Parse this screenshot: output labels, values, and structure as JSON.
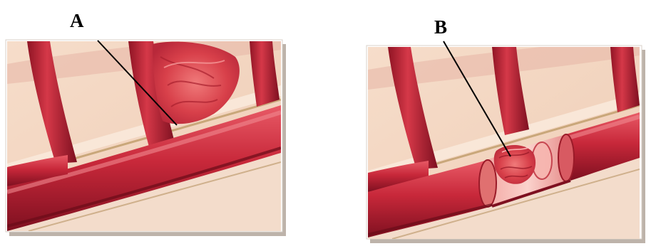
{
  "labels": {
    "a": "A",
    "b": "B"
  },
  "colors": {
    "vessel_red": "#c8283a",
    "vessel_dark": "#8f1424",
    "vessel_highlight": "#e85a66",
    "skin_base": "#f4d8c4",
    "skin_shadow": "#e7c2aa",
    "stripe_tan": "#c9a77a",
    "frame_shadow": "#b9b0a8",
    "pointer_line": "#000000"
  },
  "panels": [
    {
      "id": "A",
      "description_icon": "blood-vessel-clot-forming-icon"
    },
    {
      "id": "B",
      "description_icon": "blood-vessel-cutaway-clot-icon"
    }
  ]
}
